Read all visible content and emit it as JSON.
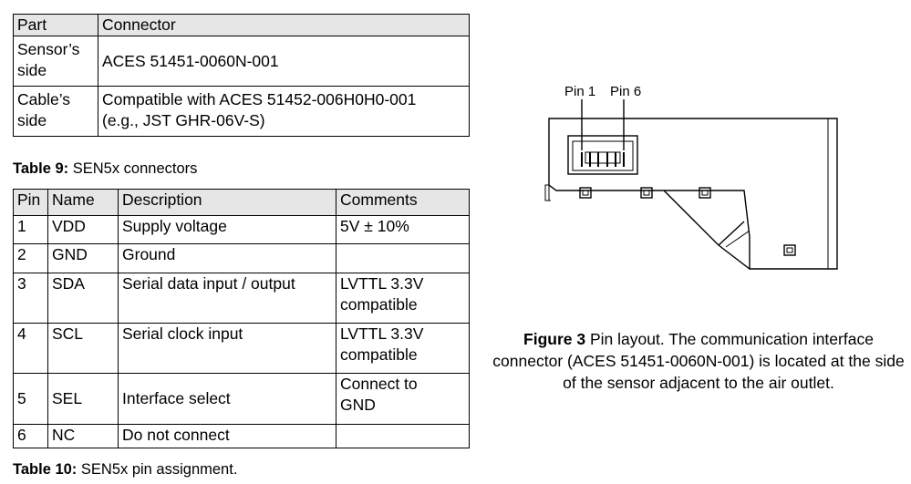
{
  "table9": {
    "headers": [
      "Part",
      "Connector"
    ],
    "rows": [
      [
        "Sensor’s side",
        "ACES 51451-0060N-001"
      ],
      [
        "Cable’s side",
        "Compatible with ACES 51452-006H0H0-001 (e.g., JST GHR-06V-S)"
      ]
    ],
    "caption_label": "Table 9:",
    "caption_text": " SEN5x connectors"
  },
  "table10": {
    "headers": [
      "Pin",
      "Name",
      "Description",
      "Comments"
    ],
    "rows": [
      [
        "1",
        "VDD",
        "Supply voltage",
        "5V ± 10%"
      ],
      [
        "2",
        "GND",
        "Ground",
        ""
      ],
      [
        "3",
        "SDA",
        "Serial data input / output",
        "LVTTL 3.3V compatible"
      ],
      [
        "4",
        "SCL",
        "Serial clock input",
        "LVTTL 3.3V compatible"
      ],
      [
        "5",
        "SEL",
        "Interface select",
        "Connect to GND"
      ],
      [
        "6",
        "NC",
        "Do not connect",
        ""
      ]
    ],
    "caption_label": "Table 10:",
    "caption_text": " SEN5x pin assignment."
  },
  "figure": {
    "pin1_label": "Pin 1",
    "pin6_label": "Pin 6",
    "caption_label": "Figure 3",
    "caption_text": " Pin layout. The communication interface connector (ACES 51451-0060N-001) is located at the side of the sensor adjacent to the air outlet."
  }
}
